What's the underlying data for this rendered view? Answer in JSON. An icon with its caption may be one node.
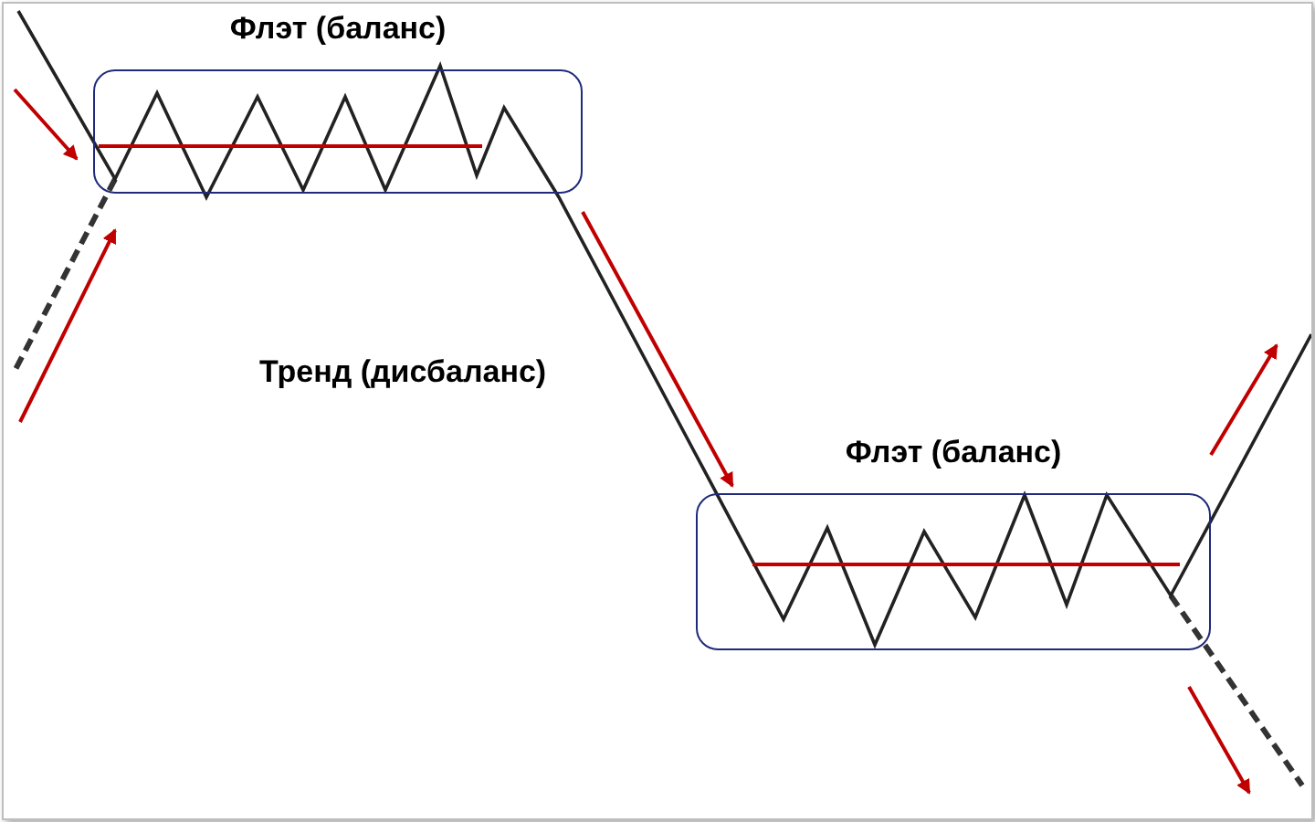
{
  "diagram": {
    "nodes": [
      {
        "text": [
          "Флэт (баланс)"
        ]
      },
      {
        "text": [
          "Флэт (баланс)"
        ]
      }
    ],
    "labels": [
      "Тренд (дисбаланс)"
    ]
  }
}
